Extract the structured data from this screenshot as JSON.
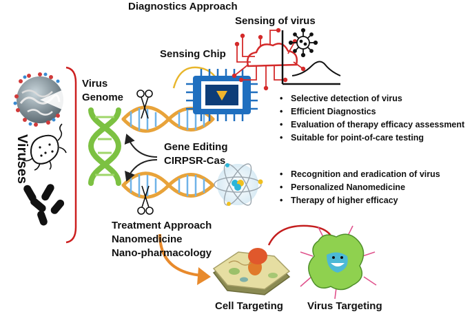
{
  "diagnostics_title": "Diagnostics Approach",
  "sensing_of_virus": "Sensing of virus",
  "sensing_chip": "Sensing Chip",
  "virus_genome": [
    "Virus",
    "Genome"
  ],
  "gene_editing": [
    "Gene Editing",
    "CIRPSR-Cas"
  ],
  "viruses_label": "Viruses",
  "treatment": [
    "Treatment Approach",
    "Nanomedicine",
    "Nano-pharmacology"
  ],
  "diagnostics_bullets": [
    "Selective detection of virus",
    "Efficient Diagnostics",
    "Evaluation of therapy efficacy assessment",
    "Suitable for point-of-care testing"
  ],
  "treatment_bullets": [
    "Recognition and eradication of virus",
    "Personalized Nanomedicine",
    "Therapy of higher efficacy"
  ],
  "cell_targeting": "Cell Targeting",
  "virus_targeting": "Virus Targeting",
  "colors": {
    "bracket": "#cc1f1f",
    "chip": "#1f6fbf",
    "chip_dark": "#0d3d78",
    "dna_green": "#7cc142",
    "dna_orange": "#e8a33a",
    "cloud_red": "#d42a2a",
    "arrow_orange": "#e88a2c",
    "virus_green": "#8fd14f"
  },
  "icons": [
    "virus-particle-icon",
    "bacterium-icon",
    "bacilli-icon",
    "scissors-icon",
    "atom-icon",
    "cloud-network-icon",
    "coronavirus-icon",
    "bell-curve-icon",
    "cell-icon",
    "virus-cartoon-icon"
  ]
}
